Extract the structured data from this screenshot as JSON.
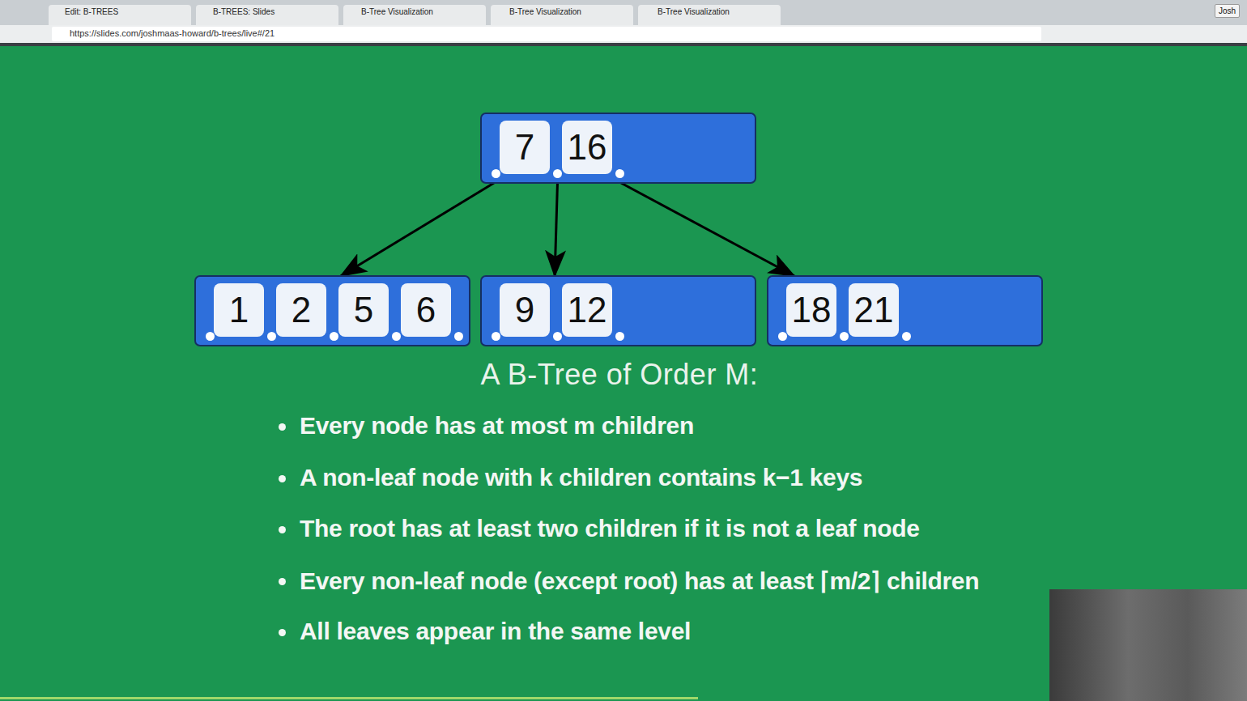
{
  "diagram": {
    "title": "A B-Tree of Order M:",
    "nodes": [
      {
        "text": [
          "7",
          "16"
        ]
      },
      {
        "text": [
          "1",
          "2",
          "5",
          "6"
        ]
      },
      {
        "text": [
          "9",
          "12"
        ]
      },
      {
        "text": [
          "18",
          "21"
        ]
      }
    ],
    "edges": [
      {
        "from": 0,
        "to": 1,
        "arrow": "to"
      },
      {
        "from": 0,
        "to": 2,
        "arrow": "to"
      },
      {
        "from": 0,
        "to": 3,
        "arrow": "to"
      }
    ],
    "labels": [
      "Edit: B-TREES",
      "B-TREES: Slides",
      "B-Tree Visualization",
      "B-Tree Visualization",
      "B-Tree Visualization",
      "https://slides.com/joshmaas-howard/b-trees/live#/21",
      "Josh",
      "Every node has at most m children",
      "A non-leaf node with k children contains k−1 keys",
      "The root has at least two children if it is not a leaf node",
      "Every non-leaf node (except root) has at least ⌈m/2⌉ children",
      "All leaves appear in the same level"
    ]
  }
}
